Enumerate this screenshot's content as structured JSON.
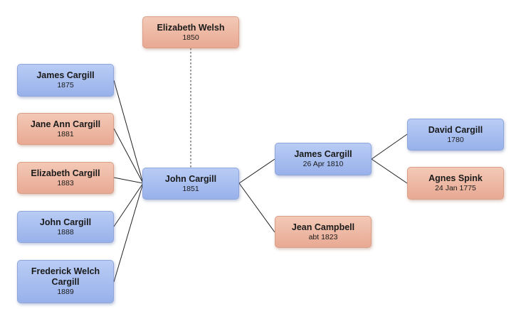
{
  "people": {
    "elizabeth_welsh": {
      "name": "Elizabeth Welsh",
      "date": "1850",
      "color": "#eab39f"
    },
    "james_cargill_child": {
      "name": "James Cargill",
      "date": "1875",
      "color": "#a6bdef"
    },
    "jane_ann_cargill": {
      "name": "Jane Ann Cargill",
      "date": "1881",
      "color": "#eab39f"
    },
    "elizabeth_cargill": {
      "name": "Elizabeth Cargill",
      "date": "1883",
      "color": "#eab39f"
    },
    "john_cargill_child": {
      "name": "John Cargill",
      "date": "1888",
      "color": "#a6bdef"
    },
    "frederick_cargill": {
      "name": "Frederick  Welch Cargill",
      "date": "1889",
      "color": "#a6bdef"
    },
    "john_cargill": {
      "name": "John Cargill",
      "date": "1851",
      "color": "#a6bdef"
    },
    "james_cargill_father": {
      "name": "James Cargill",
      "date": "26 Apr 1810",
      "color": "#a6bdef"
    },
    "jean_campbell": {
      "name": "Jean Campbell",
      "date": "abt 1823",
      "color": "#eab39f"
    },
    "david_cargill": {
      "name": "David Cargill",
      "date": "1780",
      "color": "#a6bdef"
    },
    "agnes_spink": {
      "name": "Agnes Spink",
      "date": "24 Jan 1775",
      "color": "#eab39f"
    }
  },
  "relations": {
    "spouse": [
      [
        "john_cargill",
        "elizabeth_welsh"
      ]
    ],
    "children": [
      [
        "john_cargill",
        "james_cargill_child"
      ],
      [
        "john_cargill",
        "jane_ann_cargill"
      ],
      [
        "john_cargill",
        "elizabeth_cargill"
      ],
      [
        "john_cargill",
        "john_cargill_child"
      ],
      [
        "john_cargill",
        "frederick_cargill"
      ]
    ],
    "parents": [
      [
        "john_cargill",
        "james_cargill_father"
      ],
      [
        "john_cargill",
        "jean_campbell"
      ],
      [
        "james_cargill_father",
        "david_cargill"
      ],
      [
        "james_cargill_father",
        "agnes_spink"
      ]
    ]
  }
}
